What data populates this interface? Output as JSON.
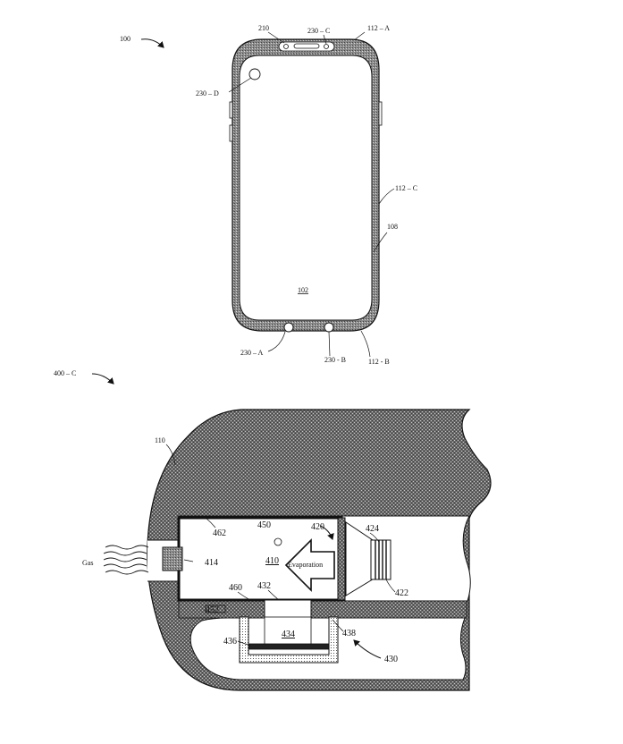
{
  "figure_top": {
    "ref": "100",
    "labels": {
      "speaker": "210",
      "sensor_c": "230 – C",
      "corner_a": "112 – A",
      "sensor_d": "230 – D",
      "side_c": "112 – C",
      "housing": "108",
      "display": "102",
      "sensor_a": "230 – A",
      "sensor_b": "230 - B",
      "corner_b": "112 - B"
    }
  },
  "figure_bottom": {
    "ref": "400 – C",
    "labels": {
      "housing": "110",
      "gas": "Gas",
      "outlet": "414",
      "chamber_top": "462",
      "bubble": "450",
      "arrow_ref": "420",
      "liquid": "410",
      "evaporation": "Evaporation",
      "emitter": "424",
      "emitter_base": "422",
      "wall": "460",
      "port": "432",
      "seal": "452",
      "reservoir": "434",
      "cup_left": "436",
      "cup_right": "438",
      "assembly": "430"
    }
  }
}
